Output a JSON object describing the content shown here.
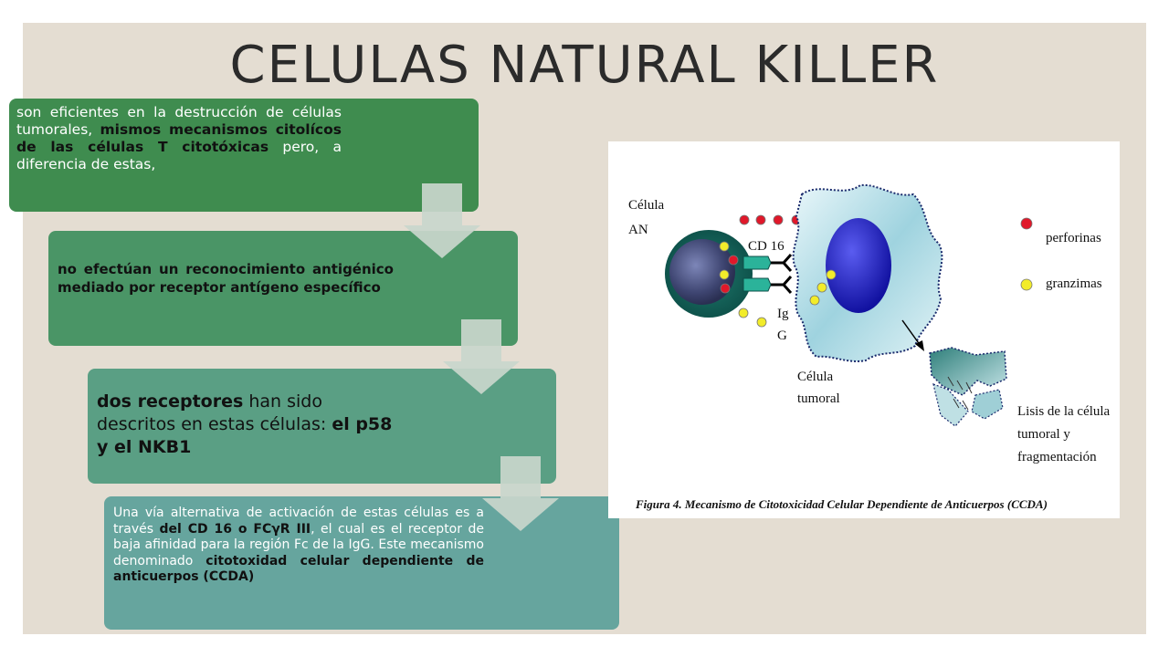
{
  "title": "CELULAS NATURAL KILLER",
  "steps": [
    {
      "text1": "son eficientes en la destrucción de células tumorales, ",
      "bold1": "mismos mecanismos citolícos de las células T citotóxicas",
      "text2": " pero, a diferencia de estas,"
    },
    {
      "bold1": "no efectúan un reconocimiento antigénico mediado por receptor antígeno específico"
    },
    {
      "bold1": "dos receptores",
      "text1": " han sido descritos en estas células: ",
      "bold2": "el p58 y el NKB1"
    },
    {
      "text1": "Una vía alternativa de activación de estas células es a través ",
      "bold1": "del CD 16 o FCγR III",
      "text2": ", el cual es el receptor de baja afinidad para la región Fc de la IgG. Este mecanismo denominado ",
      "bold2": "citotoxidad celular dependiente de anticuerpos (CCDA)"
    }
  ],
  "figure": {
    "label_cell_an_1": "Célula",
    "label_cell_an_2": "AN",
    "label_cd16": "CD 16",
    "label_ig": "Ig",
    "label_g": "G",
    "label_perforinas": "perforinas",
    "label_granzimas": "granzimas",
    "label_tumoral_1": "Célula",
    "label_tumoral_2": "tumoral",
    "label_lisis_1": "Lisis de la célula",
    "label_lisis_2": "tumoral y",
    "label_lisis_3": "fragmentación",
    "caption": "Figura 4.  Mecanismo de Citotoxicidad Celular Dependiente de Anticuerpos (CCDA)"
  },
  "colors": {
    "step1": "#3f8c4f",
    "step2": "#4a9566",
    "step3": "#5a9f84",
    "step4": "#66a59e",
    "arrow": "#c9d6cc",
    "perforina": "#e0182a",
    "granzima": "#f2ec2a"
  }
}
